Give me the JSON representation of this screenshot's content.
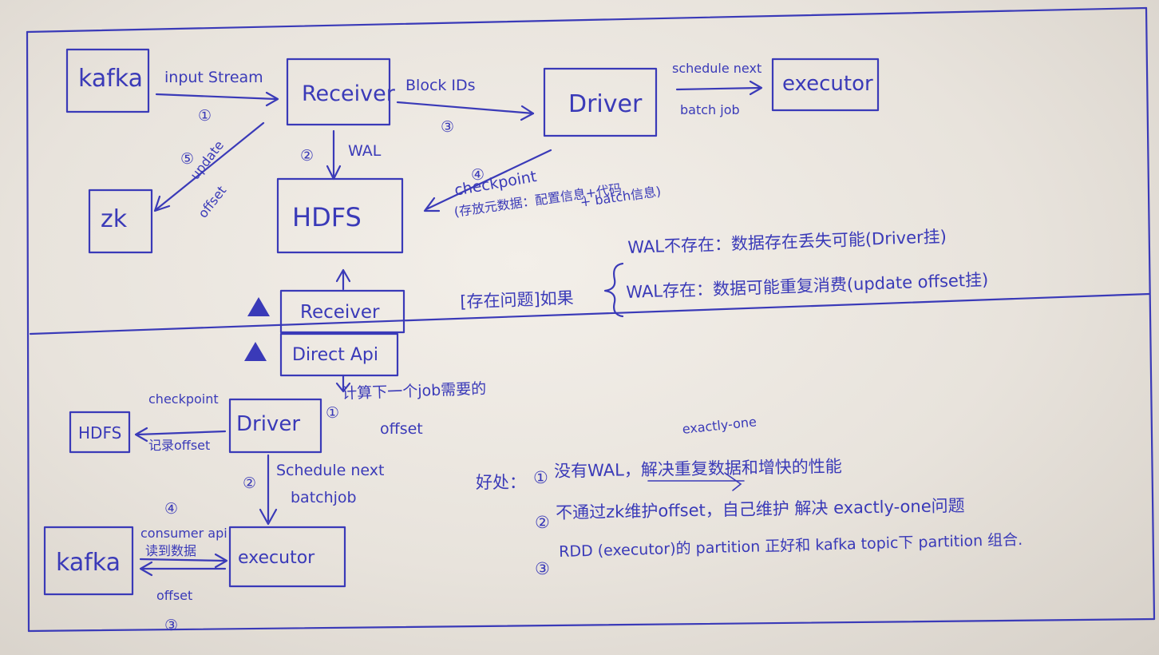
{
  "top": {
    "kafka": "kafka",
    "receiver": "Receiver",
    "driver": "Driver",
    "executor": "executor",
    "zk": "zk",
    "hdfs": "HDFS",
    "input_stream": "input Stream",
    "block_ids": "Block IDs",
    "schedule_next": "schedule next",
    "batch_job": "batch job",
    "wal": "WAL",
    "update": "update",
    "offset": "offset",
    "step1": "①",
    "step2": "②",
    "step3": "③",
    "step4": "④",
    "step5": "⑤",
    "checkpoint": "checkpoint",
    "checkpoint_note1": "(存放元数据：配置信息+代码",
    "checkpoint_note2": "+ batch信息)"
  },
  "middle": {
    "receiver": "Receiver",
    "direct_api": "Direct Api",
    "issue_label": "[存在问题]如果",
    "wal_absent": "WAL不存在：数据存在丢失可能(Driver挂)",
    "wal_present": "WAL存在：数据可能重复消费(update offset挂)"
  },
  "bottom": {
    "hdfs": "HDFS",
    "driver": "Driver",
    "executor": "executor",
    "kafka": "kafka",
    "checkpoint": "checkpoint",
    "record_offset": "记录offset",
    "step1": "①",
    "calc_offset_1": "计算下一个job需要的",
    "calc_offset_2": "offset",
    "step2": "②",
    "schedule_next": "Schedule next",
    "batch_job": "batchjob",
    "step4": "④",
    "consumer_api": "consumer api",
    "read_data": "读到数据",
    "offset": "offset",
    "step3": "③"
  },
  "benefits": {
    "label": "好处：",
    "exactly_one": "exactly-one",
    "item1_num": "①",
    "item1": "没有WAL，解决重复数据和增快的性能",
    "item2_num": "②",
    "item2": "不通过zk维护offset，自己维护 解决 exactly-one问题",
    "item3_num": "③",
    "item3": "RDD (executor)的 partition 正好和 kafka topic下 partition 组合."
  }
}
